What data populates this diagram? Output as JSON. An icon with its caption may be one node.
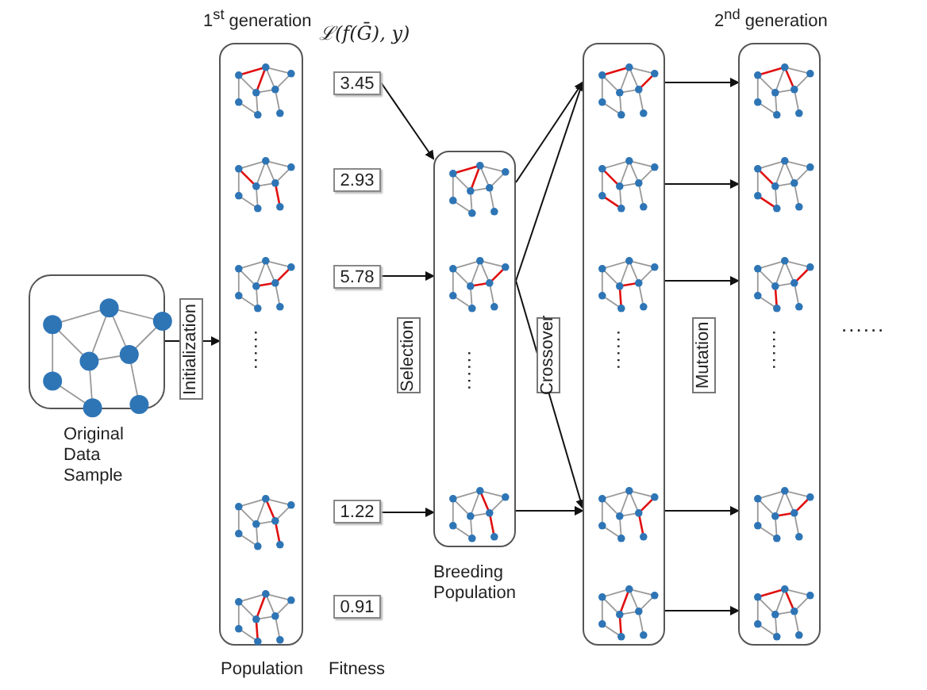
{
  "diagram": {
    "nodes": [
      {
        "text": [],
        "shape": "box"
      },
      {
        "text": [
          "......"
        ]
      },
      {
        "text": [
          "3.45"
        ]
      },
      {
        "text": [
          "2.93"
        ]
      },
      {
        "text": [
          "5.78"
        ]
      },
      {
        "text": [
          "1.22"
        ]
      },
      {
        "text": [
          "0.91"
        ]
      },
      {
        "text": [
          "......"
        ]
      },
      {
        "text": [
          "......"
        ]
      },
      {
        "text": [
          "......"
        ]
      }
    ],
    "edges": [
      {
        "from": 0,
        "to": 1,
        "arrow": "to",
        "label": "Initialization"
      },
      {
        "from": 2,
        "to": 7,
        "arrow": "to"
      },
      {
        "from": 4,
        "to": 7,
        "arrow": "to"
      },
      {
        "from": 5,
        "to": 7,
        "arrow": "to"
      },
      {
        "from": 7,
        "to": 8,
        "arrow": "to"
      },
      {
        "from": 7,
        "to": 8,
        "arrow": "to"
      },
      {
        "from": 7,
        "to": 8,
        "arrow": "to"
      },
      {
        "from": 7,
        "to": 8,
        "arrow": "to"
      },
      {
        "from": 8,
        "to": 9,
        "arrow": "to"
      },
      {
        "from": 8,
        "to": 9,
        "arrow": "to"
      },
      {
        "from": 8,
        "to": 9,
        "arrow": "to"
      },
      {
        "from": 8,
        "to": 9,
        "arrow": "to"
      },
      {
        "from": 8,
        "to": 9,
        "arrow": "to"
      }
    ],
    "labels": [
      "1$^{st}$ generation",
      "2$^{nd}$  generation",
      "ℒ(f(Ḡ), y)",
      "Selection",
      "Crossover",
      "Mutation",
      "......",
      "Original Data Sample",
      "Breeding Population",
      "Population",
      "Fitness"
    ]
  }
}
